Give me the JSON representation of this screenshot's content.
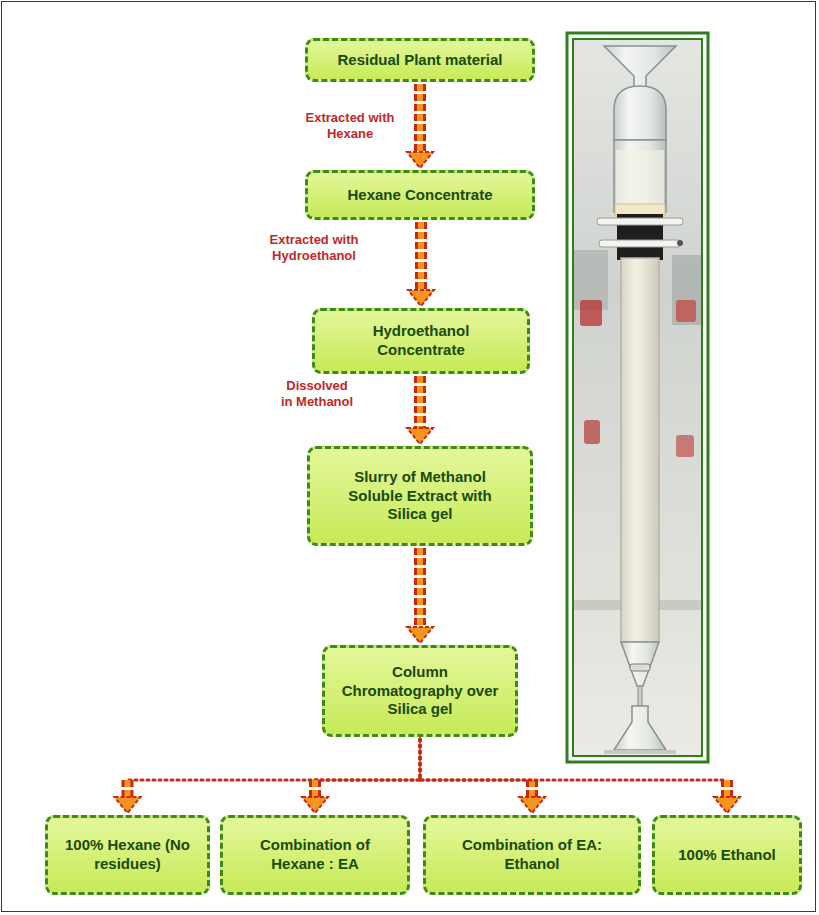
{
  "diagram": {
    "nodes": [
      {
        "text": [
          "Residual Plant material"
        ]
      },
      {
        "text": [
          "Hexane Concentrate"
        ]
      },
      {
        "text": [
          "Hydroethanol Concentrate"
        ]
      },
      {
        "text": [
          "Slurry of Methanol Soluble Extract with Silica gel"
        ]
      },
      {
        "text": [
          "Column Chromatography over Silica gel"
        ]
      },
      {
        "text": [
          "100% Hexane (No residues)"
        ]
      },
      {
        "text": [
          "Combination of Hexane : EA"
        ]
      },
      {
        "text": [
          "Combination of EA: Ethanol"
        ]
      },
      {
        "text": [
          "100% Ethanol"
        ]
      }
    ],
    "edges": [
      {
        "from": 0,
        "to": 1,
        "arrow": "to",
        "label": "Extracted with Hexane"
      },
      {
        "from": 1,
        "to": 2,
        "arrow": "to",
        "label": "Extracted with Hydroethanol"
      },
      {
        "from": 2,
        "to": 3,
        "arrow": "to",
        "label": "Dissolved in Methanol"
      },
      {
        "from": 3,
        "to": 4,
        "arrow": "to"
      },
      {
        "from": 4,
        "to": 5,
        "arrow": "to"
      },
      {
        "from": 4,
        "to": 6,
        "arrow": "to"
      },
      {
        "from": 4,
        "to": 7,
        "arrow": "to"
      },
      {
        "from": 4,
        "to": 8,
        "arrow": "to"
      }
    ]
  }
}
